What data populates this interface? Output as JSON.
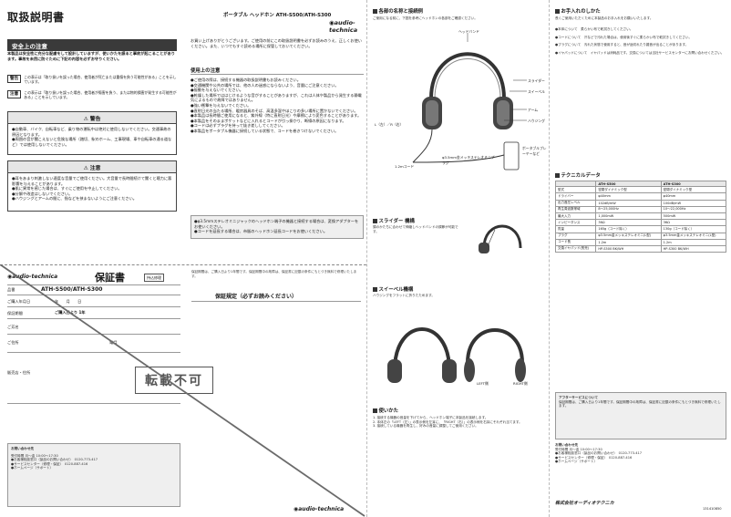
{
  "header": {
    "title": "取扱説明書",
    "product": "ポータブル ヘッドホン ATH-S500/ATH-S300",
    "brand": "audio-technica"
  },
  "col1": {
    "safety_band": "安全上の注意",
    "intro": "本製品は安全性に充分な配慮をして設計していますが、使いかたを誤ると事故が起こることがあります。事故を未然に防ぐために下記の内容を必ずお守りください。",
    "legend": [
      {
        "badge": "警告",
        "text": "この表示は「取り扱いを誤った場合、使用者が死亡または重傷を負う可能性がある」ことを示しています。"
      },
      {
        "badge": "注意",
        "text": "この表示は「取り扱いを誤った場合、使用者が傷害を負う、または物的損害が発生する可能性がある」ことを示しています。"
      }
    ],
    "warning_title": "警告",
    "warning_items": [
      "●自動車、バイク、自転車など、乗り物の運転中は絶対に使用しないでください。交通事故の原因となります。",
      "●周囲の音が聞こえないと危険な場所（踏切、駅のホーム、工事現場、車や自転車の通る道など）では使用しないでください。"
    ],
    "caution_title": "注意",
    "caution_items": [
      "●耳をあまり刺激しない適度な音量でご使用ください。大音量で長時間続けて聞くと聴力に悪影響を与えることがあります。",
      "●肌に異常を感じた場合は、すぐにご使用を中止してください。",
      "●分解や改造はしないでください。",
      "●ハウジングとアームの間に、指などを挟まないようにご注意ください。"
    ]
  },
  "col2": {
    "greeting": "お買い上げありがとうございます。ご使用の前にこの取扱説明書を必ずお読みのうえ、正しくお使いください。また、いつでもすぐ読める場所に保管しておいてください。",
    "usage_title": "使用上の注意",
    "usage_items": [
      "●ご使用の際は、接続する機器の取扱説明書もお読みください。",
      "●交通機関や公共の場所では、他の人の迷惑にならないよう、音量にご注意ください。",
      "●振動を与えないでください。",
      "●乾燥した場所でははじけるような音がすることがありますが、これは人体や製品から発生する静電気によるもので故障ではありません。",
      "●強い衝撃を与えないでください。",
      "●直射日光の当たる場所、暖房器具のそば、高温多湿やほこりの多い場所に置かないでください。",
      "●本製品は長時間ご使用になると、紫外線（特に直射日光）や摩擦により変色することがあります。",
      "●本製品をそのままポケットなどに入れるとコードが引っ掛かり、断線の原因になります。",
      "●コードは必ずプラグを持って抜き差ししてください。",
      "●本製品をポータブル機器に接続している状態で、コードを巻きつけないでください。"
    ],
    "notes": [
      "●φ3.5mmステレオミニジャックのヘッドホン端子の機器と接続する場合は、変換アダプターをお使いください。",
      "●コードを延長する場合は、市販のヘッドホン延長コードをお使いください。"
    ]
  },
  "col3": {
    "parts_title": "各部の名称と接続例",
    "parts_sub": "ご使用になる前に、下図を参考にヘッドホンの各部をご確認ください。",
    "labels": {
      "headband": "ヘッドバンド",
      "slider": "スライダー",
      "swivel": "スイーベル",
      "arm": "アーム",
      "housing": "ハウジング",
      "cord": "1.2mコード",
      "plug": "φ3.5mm金メッキステレオミニプラグ",
      "player": "ポータブルプレーヤーなど",
      "lr_marker": "L（左）／R（右）"
    },
    "slider_title": "スライダー 機構",
    "slider_text": "頭のかたちに合わせて伸縮しヘッドバンドの調節が可能です。",
    "swivel_title": "スイーベル機構",
    "swivel_text": "ハウジングをフラットに折りたためます。",
    "howto_title": "使いかた",
    "howto_steps": [
      "1. 接続する機器の音量を下げてから、ヘッドホン端子に本製品を接続します。",
      "2. 本体左の「LEFT（左）」の表示側を左耳に、「RIGHT（右）」の表示側を右耳にそれぞれ当てます。",
      "3. 接続している機器を再生し、好みの音量に調整してご使用ください。"
    ],
    "left_label": "LEFT側",
    "right_label": "RIGHT側"
  },
  "col4": {
    "care_title": "お手入れのしかた",
    "care_intro": "長くご使用いただくために本製品のお手入れをお願いいたします。",
    "care_items": [
      "●本体について　柔らかい布で乾拭きしてください。",
      "●コードについて　汗などで汚れた場合は、使用後すぐに柔らかい布で乾拭きしてください。",
      "●プラグについて　汚れた状態で使用すると、音が途切れたり雑音が出ることがあります。",
      "●イヤパッドについて　イヤパッドは消耗品です。交換については当社サービスセンターにお問い合わせください。"
    ],
    "spec_title": "テクニカルデータ",
    "spec_headers": [
      "",
      "ATH-S500",
      "ATH-S300"
    ],
    "spec_rows": [
      [
        "型式",
        "密閉ダイナミック型",
        "密閉ダイナミック型"
      ],
      [
        "ドライバー",
        "φ40mm",
        "φ40mm"
      ],
      [
        "出力音圧レベル",
        "102dB/mW",
        "100dB/mW"
      ],
      [
        "再生周波数帯域",
        "8〜25,000Hz",
        "10〜22,000Hz"
      ],
      [
        "最大入力",
        "1,000mW",
        "500mW"
      ],
      [
        "インピーダンス",
        "36Ω",
        "36Ω"
      ],
      [
        "質量",
        "165g（コード除く）",
        "130g（コード除く）"
      ],
      [
        "プラグ",
        "φ3.5mm金メッキステレオミニ(L型)",
        "φ3.5mm金メッキステレオミニ(L型)"
      ],
      [
        "コード長",
        "1.2m",
        "1.2m"
      ],
      [
        "交換イヤパッド(別売)",
        "HP-S500 BK/WH",
        "HP-S300 BK/WH"
      ]
    ],
    "after_title": "アフターサービスについて",
    "after_text": "保証期間は、ご購入日より1年間です。保証期間中の故障は、保証書に記載の条件にもとづき無料で修理いたします。",
    "contact_title": "お問い合わせ先",
    "hours": "受付時間 月〜金 10:00〜17:30",
    "contacts": [
      "●お客様相談窓口（製品のお問い合わせ）　0120-773-417",
      "●サービスセンター（修理・保証）　0120-887-416",
      "●ホームページ（サポート）"
    ],
    "company": "株式会社オーディオテクニカ",
    "doc_code": "131410850"
  },
  "warranty": {
    "brand": "audio-technica",
    "title": "保証書",
    "stamp_note": "持込修理",
    "model_label": "品番",
    "model": "ATH-S500/ATH-S300",
    "date_label": "ご購入年月日",
    "date_value": "年　　月　　日",
    "period_label": "保証期間",
    "period_value": "ご購入日より 1年",
    "name_label": "ご芳名",
    "address_label": "ご住所",
    "phone_label": "電話",
    "shop_label": "販売店・住所",
    "regulation_title": "保証規定（必ずお読みください）",
    "stamp": "転載不可",
    "footer_brand": "audio-technica"
  }
}
